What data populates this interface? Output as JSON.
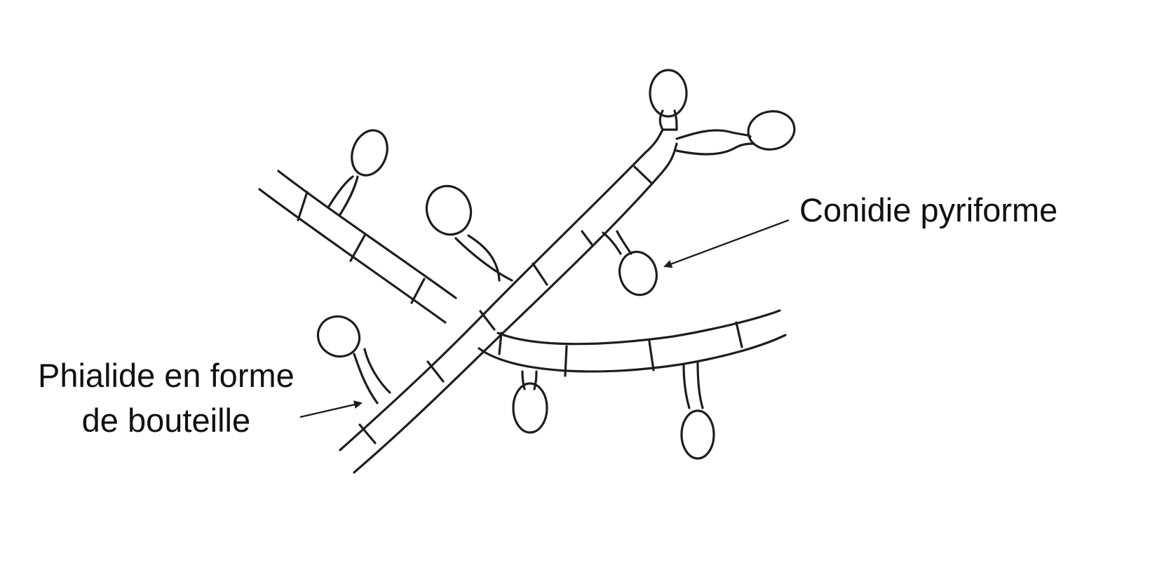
{
  "diagram": {
    "labels": {
      "conidium": "Conidie pyriforme",
      "phialide_line1": "Phialide en forme",
      "phialide_line2": "de bouteille"
    }
  },
  "colors": {
    "ink": "#1e1e1e",
    "text": "#111111",
    "background": "#ffffff"
  }
}
